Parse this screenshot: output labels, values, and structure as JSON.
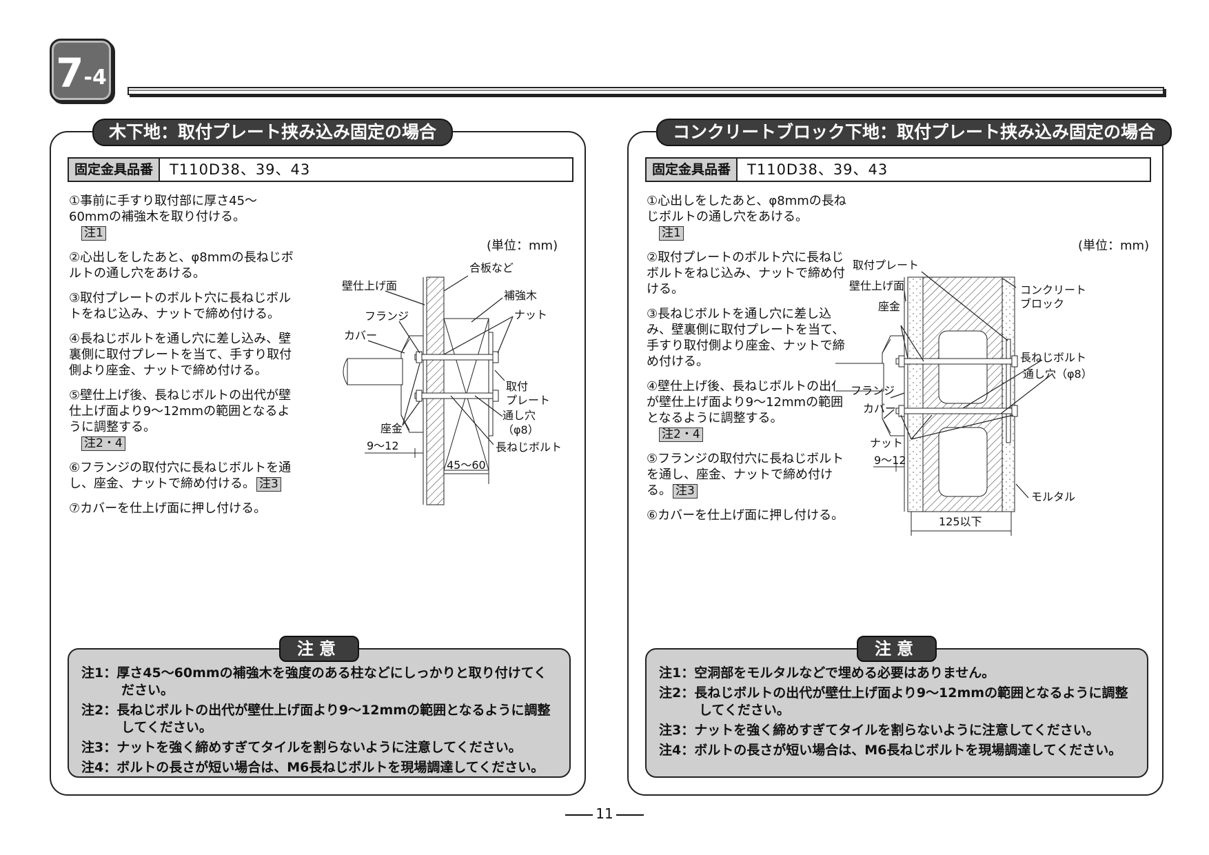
{
  "header": {
    "badge_main": "7",
    "badge_sub": "-4"
  },
  "left": {
    "title": "木下地：取付プレート挟み込み固定の場合",
    "parts_label": "固定金具品番",
    "parts_value": "T110D38、39、43",
    "steps": [
      {
        "text": "①事前に手すり取付部に厚さ45〜60mmの補強木を取り付ける。",
        "note": "注1"
      },
      {
        "text": "②心出しをしたあと、φ8mmの長ねじボルトの通し穴をあける。",
        "note": ""
      },
      {
        "text": "③取付プレートのボルト穴に長ねじボルトをねじ込み、ナットで締め付ける。",
        "note": ""
      },
      {
        "text": "④長ねじボルトを通し穴に差し込み、壁裏側に取付プレートを当て、手すり取付側より座金、ナットで締め付ける。",
        "note": ""
      },
      {
        "text": "⑤壁仕上げ後、長ねじボルトの出代が壁仕上げ面より9〜12mmの範囲となるように調整する。",
        "note": "注2・4"
      },
      {
        "text": "⑥フランジの取付穴に長ねじボルトを通し、座金、ナットで締め付ける。",
        "note": "注3"
      },
      {
        "text": "⑦カバーを仕上げ面に押し付ける。",
        "note": ""
      }
    ],
    "unit": "(単位：mm)",
    "diagram": {
      "plywood": "合板など",
      "wall_finish": "壁仕上げ面",
      "reinforce": "補強木",
      "nut": "ナット",
      "flange": "フランジ",
      "cover": "カバー",
      "plate_1": "取付",
      "plate_2": "プレート",
      "hole_1": "通し穴",
      "hole_2": "（φ8）",
      "washer": "座金",
      "dim_912": "9〜12",
      "bolt": "長ねじボルト",
      "dim_4560": "45〜60"
    },
    "caution_title": "注意",
    "cautions": [
      "注1：厚さ45〜60mmの補強木を強度のある柱などにしっかりと取り付けてください。",
      "注2：長ねじボルトの出代が壁仕上げ面より9〜12mmの範囲となるように調整してください。",
      "注3：ナットを強く締めすぎてタイルを割らないように注意してください。",
      "注4：ボルトの長さが短い場合は、M6長ねじボルトを現場調達してください。"
    ]
  },
  "right": {
    "title": "コンクリートブロック下地：取付プレート挟み込み固定の場合",
    "parts_label": "固定金具品番",
    "parts_value": "T110D38、39、43",
    "steps": [
      {
        "text": "①心出しをしたあと、φ8mmの長ねじボルトの通し穴をあける。",
        "note": "注1"
      },
      {
        "text": "②取付プレートのボルト穴に長ねじボルトをねじ込み、ナットで締め付ける。",
        "note": ""
      },
      {
        "text": "③長ねじボルトを通し穴に差し込み、壁裏側に取付プレートを当て、手すり取付側より座金、ナットで締め付ける。",
        "note": ""
      },
      {
        "text": "④壁仕上げ後、長ねじボルトの出代が壁仕上げ面より9〜12mmの範囲となるように調整する。",
        "note": "注2・4"
      },
      {
        "text": "⑤フランジの取付穴に長ねじボルトを通し、座金、ナットで締め付ける。",
        "note": "注3"
      },
      {
        "text": "⑥カバーを仕上げ面に押し付ける。",
        "note": ""
      }
    ],
    "unit": "(単位：mm)",
    "diagram": {
      "plate": "取付プレート",
      "wall_finish": "壁仕上げ面",
      "washer": "座金",
      "block_1": "コンクリート",
      "block_2": "ブロック",
      "bolt": "長ねじボルト",
      "hole": "通し穴（φ8）",
      "flange": "フランジ",
      "cover": "カバー",
      "nut": "ナット",
      "dim_912": "9〜12",
      "mortar": "モルタル",
      "dim_125": "125以下"
    },
    "caution_title": "注意",
    "cautions": [
      "注1：空洞部をモルタルなどで埋める必要はありません。",
      "注2：長ねじボルトの出代が壁仕上げ面より9〜12mmの範囲となるように調整してください。",
      "注3：ナットを強く締めすぎてタイルを割らないように注意してください。",
      "注4：ボルトの長さが短い場合は、M6長ねじボルトを現場調達してください。"
    ]
  },
  "page_number": "11"
}
